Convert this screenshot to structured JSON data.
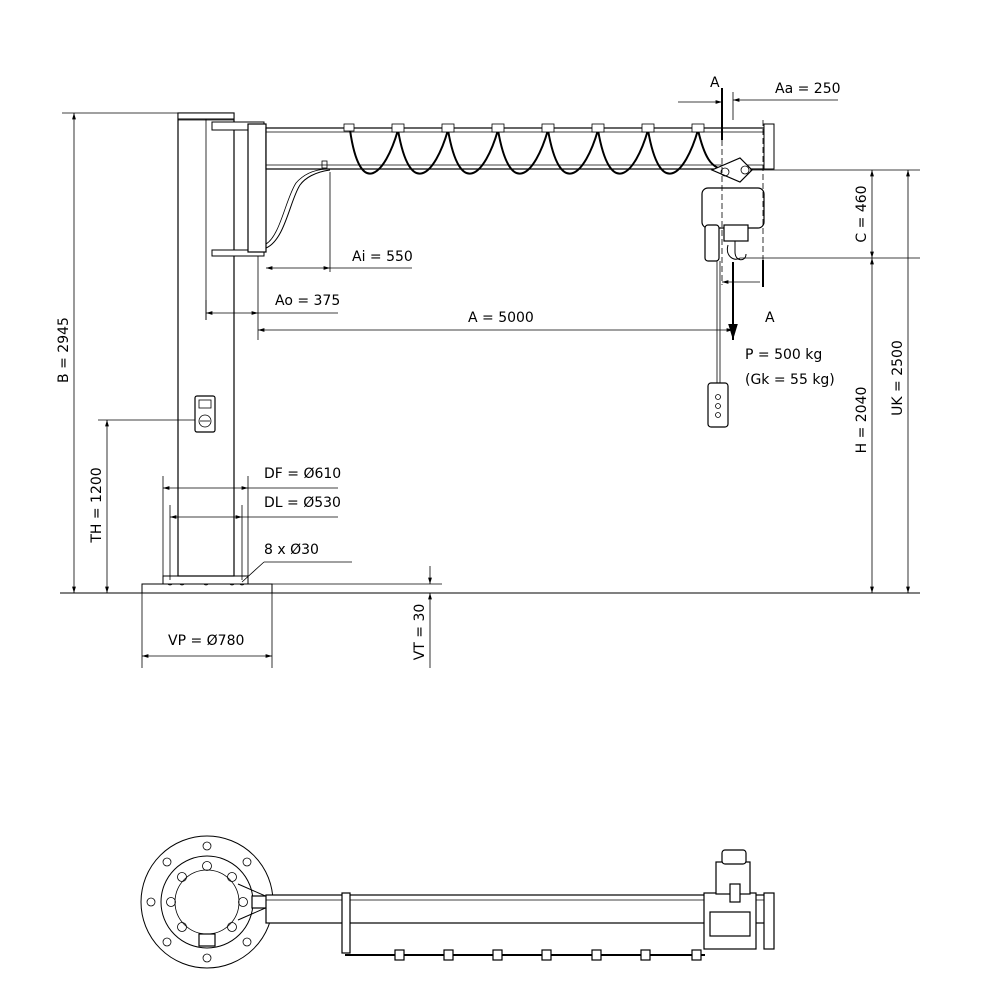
{
  "labels": {
    "section_a_top": "A",
    "section_a_bottom": "A",
    "aa": "Aa = 250",
    "ai": "Ai = 550",
    "ao": "Ao = 375",
    "a": "A = 5000",
    "b": "B = 2945",
    "c": "C = 460",
    "uk": "UK = 2500",
    "h": "H = 2040",
    "th": "TH = 1200",
    "p": "P = 500 kg",
    "gk": "(Gk = 55 kg)",
    "df": "DF = Ø610",
    "dl": "DL = Ø530",
    "bolts": "8 x Ø30",
    "vp": "VP = Ø780",
    "vt": "VT = 30"
  }
}
